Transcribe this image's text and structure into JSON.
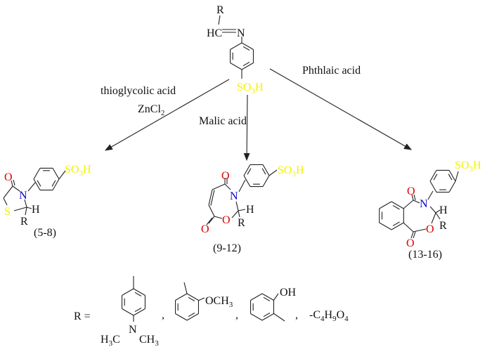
{
  "reagents": {
    "thioglycolic": "thioglycolic acid",
    "zncl": "ZnCl",
    "zncl_sub": "2",
    "malic": "Malic acid",
    "phthalic": "Phthlaic acid"
  },
  "atoms": {
    "R": "R",
    "H": "H",
    "HC": "HC",
    "N": "N",
    "O": "O",
    "S": "S",
    "SO": "SO",
    "three": "3",
    "sub_H": "H"
  },
  "products": {
    "thiazolidinone": "(5-8)",
    "oxazepine": "(9-12)",
    "benzoxazepine": "(13-16)"
  },
  "r_groups": {
    "lead": "R =",
    "comma": ",",
    "h3c": "H",
    "h3c_sub": "3",
    "h3c_c": "C",
    "ch3": "CH",
    "ch3_sub": "3",
    "och3": "OCH",
    "och3_sub": "3",
    "oh": "OH",
    "alkyl_a": "-C",
    "alkyl_sub1": "4",
    "alkyl_b": "H",
    "alkyl_sub2": "9",
    "alkyl_c": "O",
    "alkyl_sub3": "4"
  },
  "colors": {
    "sulfo": "#f2f200",
    "oxygen": "#e00000",
    "nitrogen": "#0000cc"
  }
}
